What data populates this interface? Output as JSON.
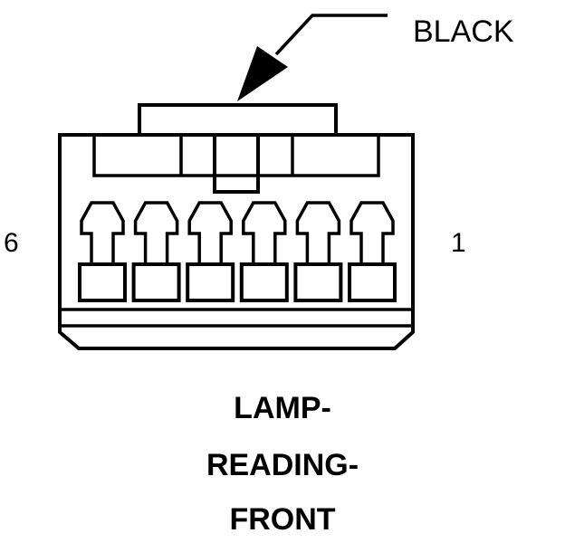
{
  "callout": {
    "label": "BLACK"
  },
  "pins": {
    "left": "6",
    "right": "1"
  },
  "title_lines": [
    "LAMP-",
    "READING-",
    "FRONT"
  ],
  "connector": {
    "cavities": 6
  },
  "colors": {
    "line": "#000000",
    "background": "#ffffff"
  }
}
